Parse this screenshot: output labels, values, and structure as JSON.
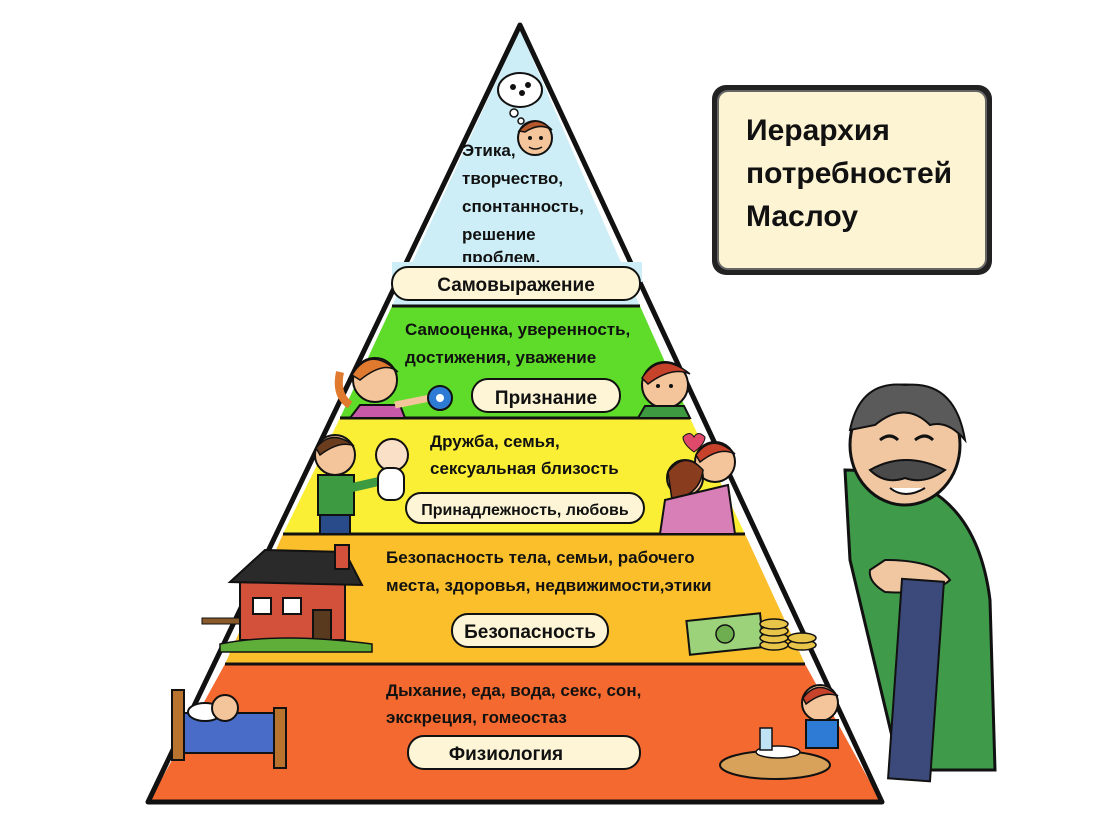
{
  "title": {
    "lines": [
      "Иерархия",
      "потребностей",
      "Маслоу"
    ]
  },
  "tiers": [
    {
      "label": "Самовыражение",
      "lines": [
        "Этика,",
        "творчество,",
        "спонтанность,",
        "решение",
        "проблем."
      ],
      "color": "#cdeef7"
    },
    {
      "label": "Признание",
      "lines": [
        "Самооценка, уверенность,",
        "достижения, уважение"
      ],
      "color": "#5fdc2a"
    },
    {
      "label": "Принадлежность, любовь",
      "lines": [
        "Дружба, семья,",
        "сексуальная близость"
      ],
      "color": "#fbef36"
    },
    {
      "label": "Безопасность",
      "lines": [
        "Безопасность тела, семьи, рабочего",
        "места, здоровья, недвижимости,этики"
      ],
      "color": "#fbbf2c"
    },
    {
      "label": "Физиология",
      "lines": [
        "Дыхание, еда, вода, секс, сон,",
        "экскреция, гомеостаз"
      ],
      "color": "#f4692f"
    }
  ],
  "colors": {
    "outline": "#111111",
    "label_fill": "#fdf5d6",
    "title_box_fill": "#fcf4d2"
  }
}
